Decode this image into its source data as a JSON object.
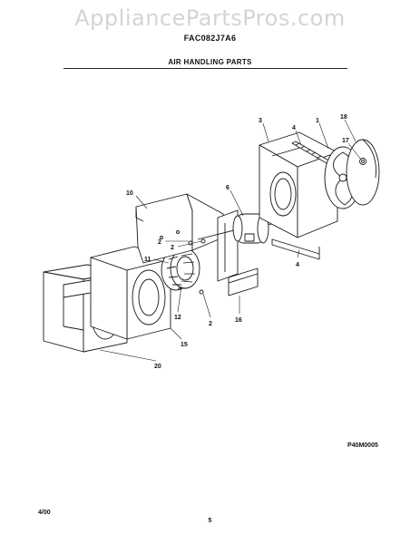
{
  "header": {
    "watermark": "AppliancePartsPros.com",
    "model_number": "FAC082J7A6",
    "section_title": "AIR HANDLING PARTS"
  },
  "diagram": {
    "callouts": [
      {
        "id": "c3",
        "label": "3"
      },
      {
        "id": "c4a",
        "label": "4"
      },
      {
        "id": "c1",
        "label": "1"
      },
      {
        "id": "c18",
        "label": "18"
      },
      {
        "id": "c17",
        "label": "17"
      },
      {
        "id": "c6",
        "label": "6"
      },
      {
        "id": "c10",
        "label": "10"
      },
      {
        "id": "c2a",
        "label": "2"
      },
      {
        "id": "c2b",
        "label": "2"
      },
      {
        "id": "c4b",
        "label": "4"
      },
      {
        "id": "c11",
        "label": "11"
      },
      {
        "id": "c12",
        "label": "12"
      },
      {
        "id": "c2c",
        "label": "2"
      },
      {
        "id": "c16",
        "label": "16"
      },
      {
        "id": "c15",
        "label": "15"
      },
      {
        "id": "c20",
        "label": "20"
      }
    ],
    "diagram_code": "P40M0005"
  },
  "footer": {
    "date": "4/00",
    "page_number": "5"
  }
}
